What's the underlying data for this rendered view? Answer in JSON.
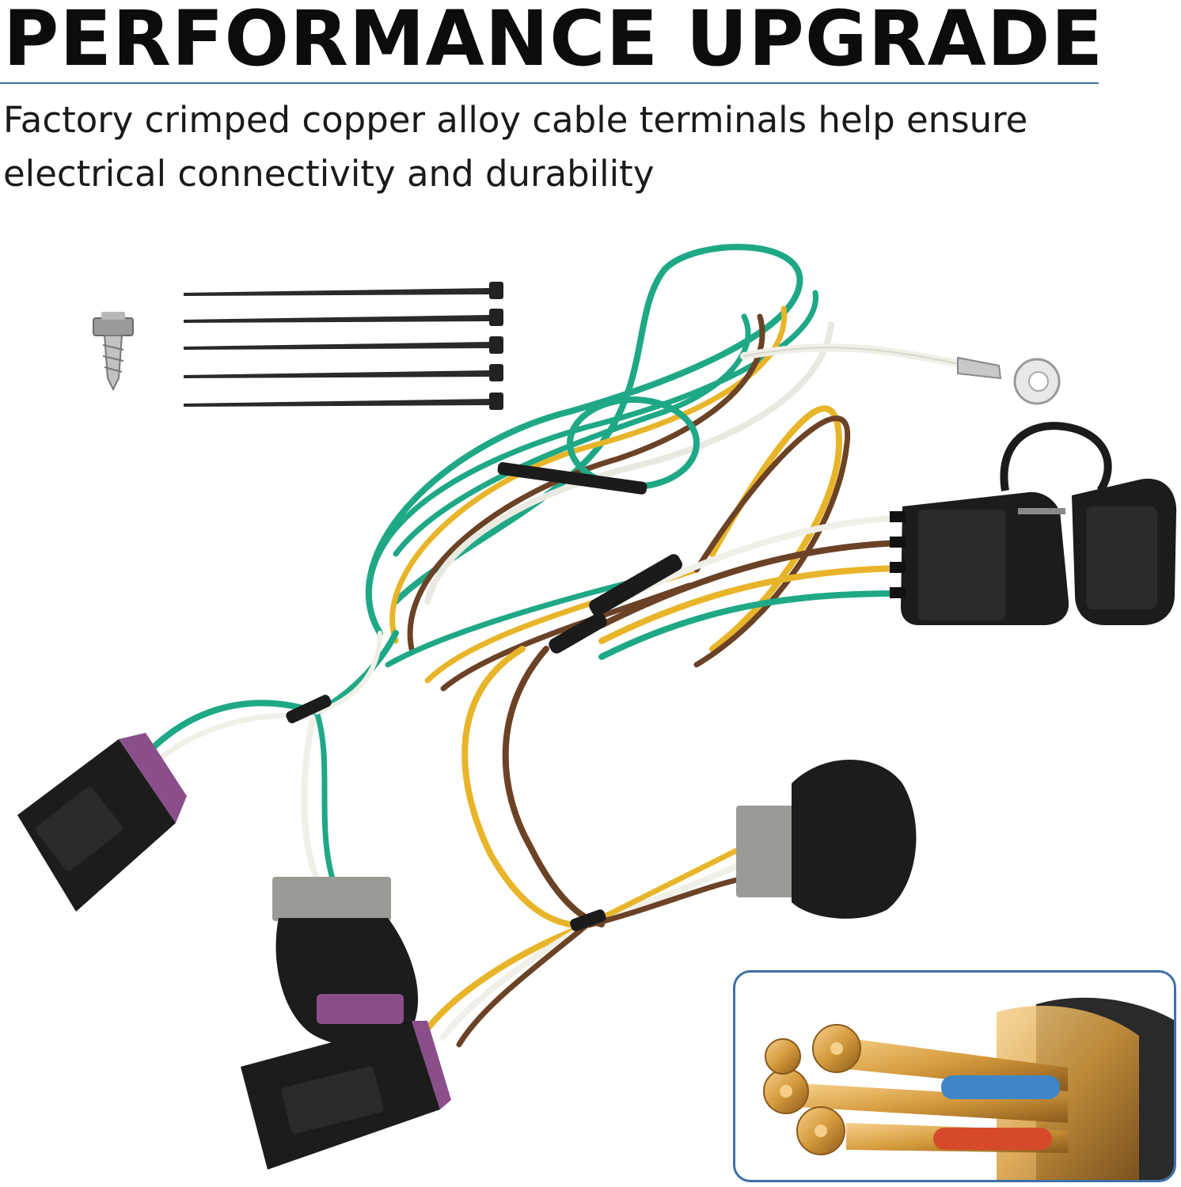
{
  "header": {
    "title": "PERFORMANCE UPGRADE",
    "subtitle": "Factory crimped copper alloy cable terminals help ensure electrical connectivity and durability"
  },
  "colors": {
    "title_text": "#0c0c0c",
    "rule": "#3f6fa8",
    "wire_green": "#1fa886",
    "wire_yellow": "#e8b52a",
    "wire_brown": "#6b4226",
    "wire_white": "#f2f2ee",
    "connector_black": "#1b1b1b",
    "connector_purple": "#8a4f8a",
    "copper": "#d59a3c",
    "inset_border": "#3f6fa8"
  },
  "parts": {
    "cable_ties": 5,
    "screws": 1,
    "connectors_visible": 5
  },
  "icons": [
    "screw-icon",
    "cable-tie-icon",
    "ring-terminal-icon",
    "flat-4-pin-connector-icon",
    "copper-cable-crosssection-icon"
  ]
}
